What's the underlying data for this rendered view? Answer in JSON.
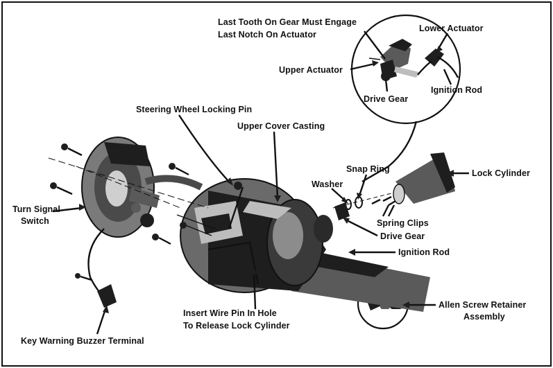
{
  "labels": {
    "last_tooth_1": "Last Tooth On Gear Must Engage",
    "last_tooth_2": "Last Notch On Actuator",
    "lower_actuator": "Lower Actuator",
    "upper_actuator": "Upper Actuator",
    "drive_gear_top": "Drive Gear",
    "ignition_rod_top": "Ignition Rod",
    "steering_wheel_locking_pin": "Steering Wheel Locking Pin",
    "upper_cover_casting": "Upper Cover Casting",
    "snap_ring": "Snap Ring",
    "lock_cylinder": "Lock Cylinder",
    "washer": "Washer",
    "turn_signal_1": "Turn Signal",
    "turn_signal_2": "Switch",
    "spring_clips": "Spring Clips",
    "drive_gear": "Drive Gear",
    "ignition_rod": "Ignition Rod",
    "allen_screw_1": "Allen Screw Retainer",
    "allen_screw_2": "Assembly",
    "insert_wire_1": "Insert Wire Pin In Hole",
    "insert_wire_2": "To Release Lock Cylinder",
    "key_warning": "Key Warning Buzzer Terminal"
  }
}
